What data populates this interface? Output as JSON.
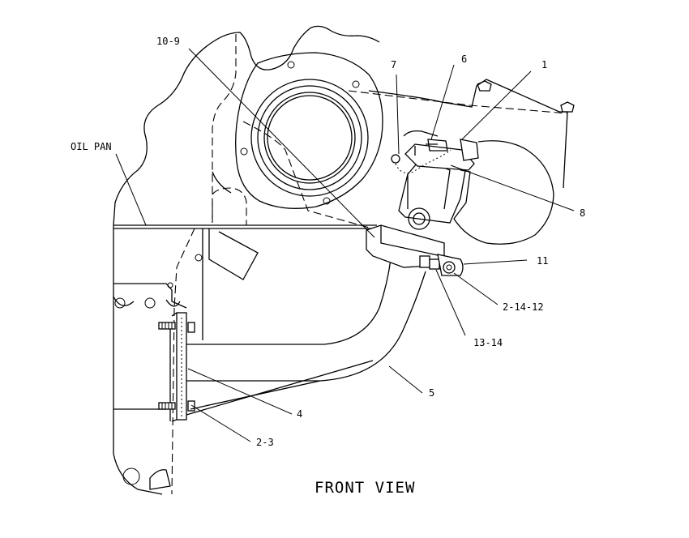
{
  "diagram": {
    "view_title": "FRONT VIEW",
    "callouts": {
      "oil_pan": "OIL PAN",
      "c10_9": "10-9",
      "c7": "7",
      "c6": "6",
      "c1": "1",
      "c8": "8",
      "c11": "11",
      "c2_14_12": "2-14-12",
      "c13_14": "13-14",
      "c5": "5",
      "c4": "4",
      "c2_3": "2-3"
    }
  }
}
